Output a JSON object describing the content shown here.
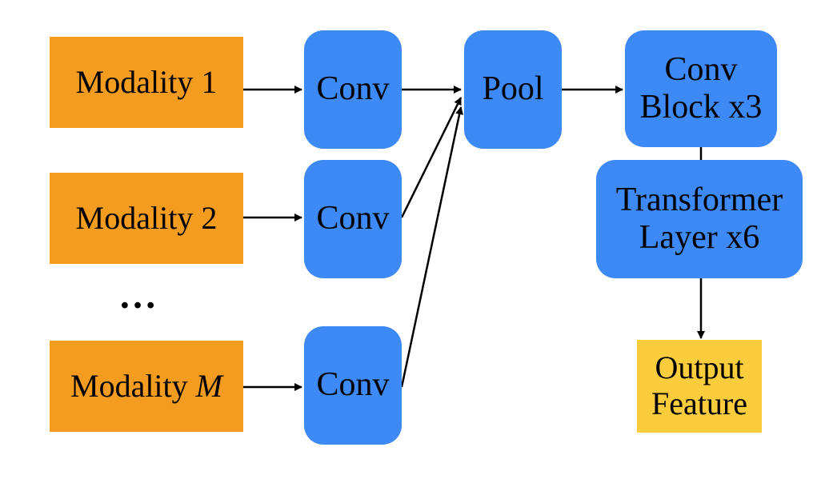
{
  "inputs": [
    {
      "label": "Modality 1"
    },
    {
      "label": "Modality 2"
    },
    {
      "label_prefix": "Modality ",
      "label_var": "M"
    }
  ],
  "ellipsis": "…",
  "conv_blocks": [
    "Conv",
    "Conv",
    "Conv"
  ],
  "pool": "Pool",
  "conv_block": {
    "line1": "Conv",
    "line2": "Block x3"
  },
  "transformer": {
    "line1": "Transformer",
    "line2": "Layer x6"
  },
  "output": {
    "line1": "Output",
    "line2": "Feature"
  },
  "colors": {
    "modality": "#f39c1f",
    "block": "#3d8af7",
    "output": "#fbcd3d",
    "arrow": "#000000"
  }
}
